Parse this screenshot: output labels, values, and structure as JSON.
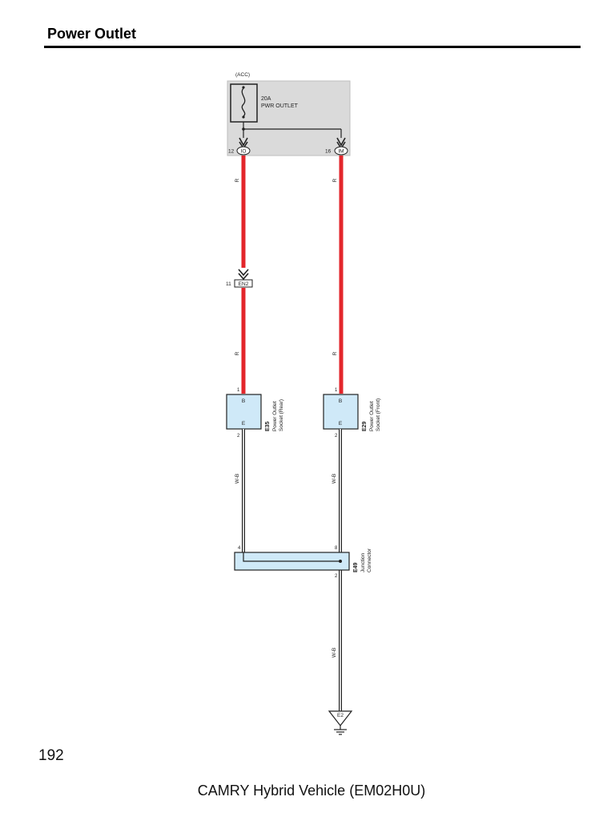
{
  "header": {
    "title": "Power Outlet"
  },
  "fuse_box": {
    "supply": "(ACC)",
    "fuse_rating": "20A",
    "fuse_name": "PWR OUTLET",
    "terminal_left_pin": "12",
    "terminal_left_code": "IO",
    "terminal_right_pin": "16",
    "terminal_right_code": "IM"
  },
  "wires": {
    "left_upper_color": "R",
    "left_lower_color": "R",
    "right_upper_color": "R",
    "right_lower_color": "R",
    "left_ground_color": "W-B",
    "right_ground_color": "W-B",
    "ground_run_color": "W-B"
  },
  "inline_connector": {
    "pin": "11",
    "code": "EN2"
  },
  "rear_socket": {
    "pin_top": "1",
    "pin_bottom": "2",
    "terminal_b": "B",
    "terminal_e": "E",
    "code": "E35",
    "name_line1": "Power Outlet",
    "name_line2": "Socket (Rear)"
  },
  "front_socket": {
    "pin_top": "1",
    "pin_bottom": "2",
    "terminal_b": "B",
    "terminal_e": "E",
    "code": "E29",
    "name_line1": "Power Outlet",
    "name_line2": "Socket (Front)"
  },
  "junction_connector": {
    "pin_left": "4",
    "pin_right": "8",
    "pin_out": "2",
    "code": "E49",
    "name_line1": "Junction",
    "name_line2": "Connector"
  },
  "ground": {
    "code": "E2"
  },
  "colors": {
    "power_wire": "#e3262b",
    "connector_fill": "#cfe9f8",
    "fuse_box_fill": "#dadada"
  },
  "footer": {
    "page_number": "192",
    "vehicle": "CAMRY Hybrid Vehicle (EM02H0U)"
  }
}
